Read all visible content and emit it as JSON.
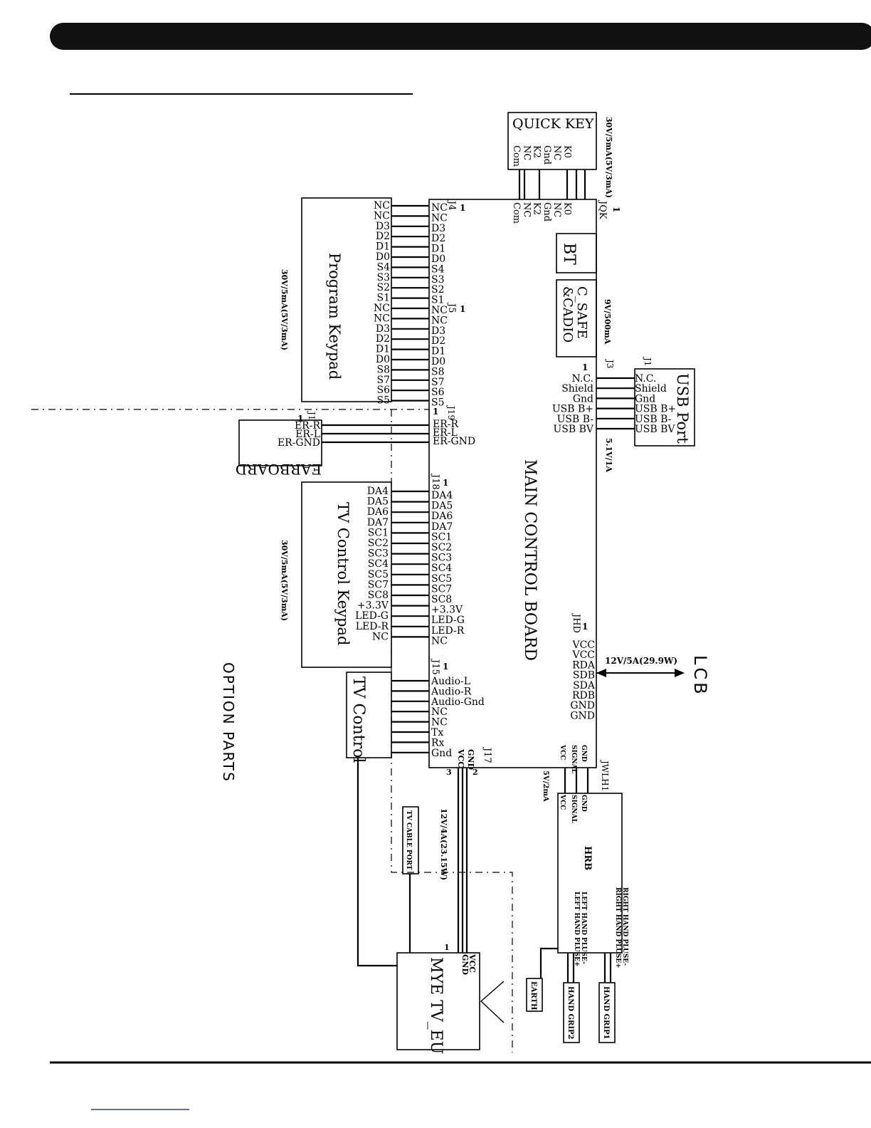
{
  "main_board": {
    "title": "MAIN CONTROL BOARD"
  },
  "quick_key": {
    "title": "QUICK KEY",
    "rating": "30V/5mA(5V/3mA)",
    "pins": [
      "Com",
      "NC",
      "K2",
      "Gnd",
      "NC",
      "K0"
    ],
    "connector": "JQK",
    "pin_one": "1"
  },
  "bt": {
    "title": "BT"
  },
  "csafe": {
    "title_line1": "C_SAFE",
    "title_line2": "&CADIO",
    "rating": "9V/500mA"
  },
  "usb": {
    "title": "USB Port",
    "connector_board": "J3",
    "connector_device": "J1",
    "pin_one": "1",
    "pins": [
      "N.C.",
      "Shield",
      "Gnd",
      "USB B+",
      "USB B-",
      "USB BV"
    ],
    "rating": "5.1V/1A"
  },
  "program_keypad": {
    "title": "Program Keypad",
    "rating": "30V/5mA(5V/3mA)",
    "j4": "J4",
    "j5": "J5",
    "pin_one": "1",
    "pins": [
      "NC",
      "NC",
      "D3",
      "D2",
      "D1",
      "D0",
      "S4",
      "S3",
      "S2",
      "S1",
      "NC",
      "NC",
      "D3",
      "D2",
      "D1",
      "D0",
      "S8",
      "S7",
      "S6",
      "S5"
    ]
  },
  "earboard": {
    "title": "EARBOARD",
    "connector_board": "J19",
    "connector_device": "J1",
    "pin_one": "1",
    "pins": [
      "ER-R",
      "ER-L",
      "ER-GND"
    ]
  },
  "tv_keypad": {
    "title": "TV Control Keypad",
    "rating": "30V/5mA(5V/3mA)",
    "connector": "J18",
    "pin_one": "1",
    "pins": [
      "DA4",
      "DA5",
      "DA6",
      "DA7",
      "SC1",
      "SC2",
      "SC3",
      "SC4",
      "SC5",
      "SC7",
      "SC8",
      "+3.3V",
      "LED-G",
      "LED-R",
      "NC"
    ]
  },
  "tv_control": {
    "title": "TV Control",
    "connector": "J15",
    "pin_one": "1",
    "pins": [
      "Audio-L",
      "Audio-R",
      "Audio-Gnd",
      "NC",
      "NC",
      "Tx",
      "Rx",
      "Gnd"
    ]
  },
  "lcb": {
    "title": "LCB",
    "connector": "JHD",
    "pin_one": "1",
    "pins": [
      "VCC",
      "VCC",
      "RDA",
      "SDB",
      "SDA",
      "RDB",
      "GND",
      "GND"
    ],
    "rating": "12V/5A(29.9W)"
  },
  "j17": {
    "connector": "J17",
    "pins": [
      "VCC",
      "GND"
    ],
    "pin_nums": [
      "3",
      "2"
    ],
    "rating": "12V/4A(23.15W)"
  },
  "jwlh": {
    "connector": "JWLH1",
    "pins": [
      "VCC",
      "SIGNAL",
      "GND"
    ],
    "rating": "5V/2mA"
  },
  "hrb": {
    "title": "HRB",
    "pins": [
      "VCC",
      "SIGNAL",
      "GND"
    ],
    "right_labels": [
      "RIGHT HAND PLUSE+",
      "RIGHT HAND PLUSE-"
    ],
    "left_labels": [
      "LEFT HAND PLUSE+",
      "LEFT HAND PLUSE-"
    ]
  },
  "earth": {
    "title": "EARTH"
  },
  "hand_grip1": {
    "title": "HAND GRIP1"
  },
  "hand_grip2": {
    "title": "HAND GRIP2"
  },
  "tv_cable_port": {
    "title": "TV CABLE PORT"
  },
  "mye_tv": {
    "title": "MYE TV_EU",
    "pins": [
      "GND",
      "VCC"
    ],
    "pin_one": "1"
  },
  "option_parts": {
    "title": "OPTION PARTS"
  }
}
